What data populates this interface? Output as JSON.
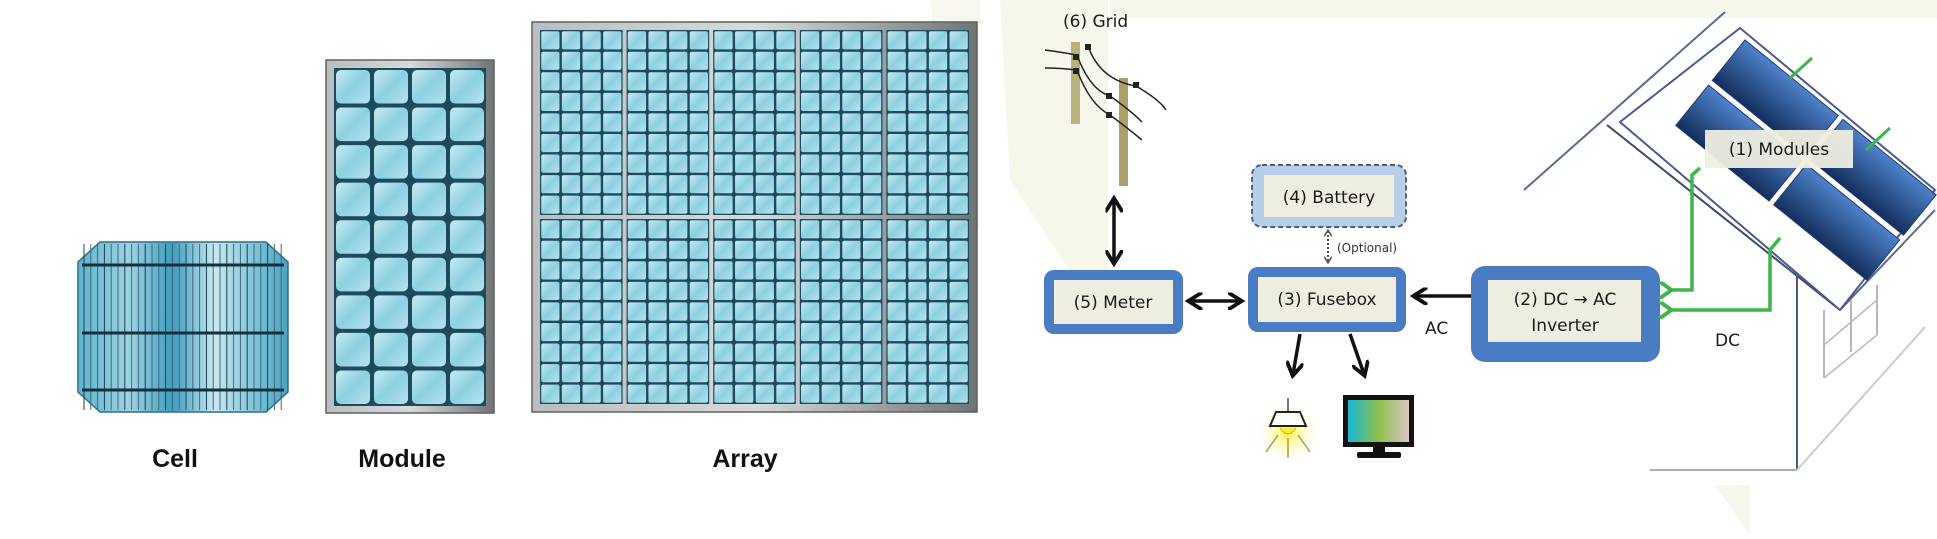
{
  "left_panel": {
    "labels": {
      "cell": "Cell",
      "module": "Module",
      "array": "Array"
    },
    "module_grid": {
      "cols": 4,
      "rows": 9
    },
    "array_grid": {
      "modules_across": 5,
      "modules_down": 2,
      "cell_cols_per_module": 4,
      "cell_rows_per_module": 9
    },
    "colors": {
      "cell_blue": "#4fa8c4",
      "cell_light": "#d4eef4",
      "grid_line": "#1d4b5e",
      "frame": "#8a8f92"
    }
  },
  "right_panel": {
    "grid_label": "(6) Grid",
    "nodes": {
      "modules": "(1) Modules",
      "inverter_line1": "(2) DC → AC",
      "inverter_line2": "Inverter",
      "fusebox": "(3) Fusebox",
      "battery": "(4) Battery",
      "meter": "(5) Meter"
    },
    "edge_labels": {
      "optional": "(Optional)",
      "ac": "AC",
      "dc": "DC"
    },
    "icons": [
      "utility-poles-icon",
      "ceiling-lamp-icon",
      "monitor-icon",
      "solar-panel-icon"
    ],
    "colors": {
      "box_border": "#4a7cc4",
      "box_fill": "#eeeee0",
      "battery_fill": "#b8cde8",
      "dc_wire": "#3cb54a",
      "arrow": "#111111",
      "panel_blue": "#2d5aa0",
      "house_line": "#4a5a80",
      "watermark": "#f6f7ea"
    }
  }
}
